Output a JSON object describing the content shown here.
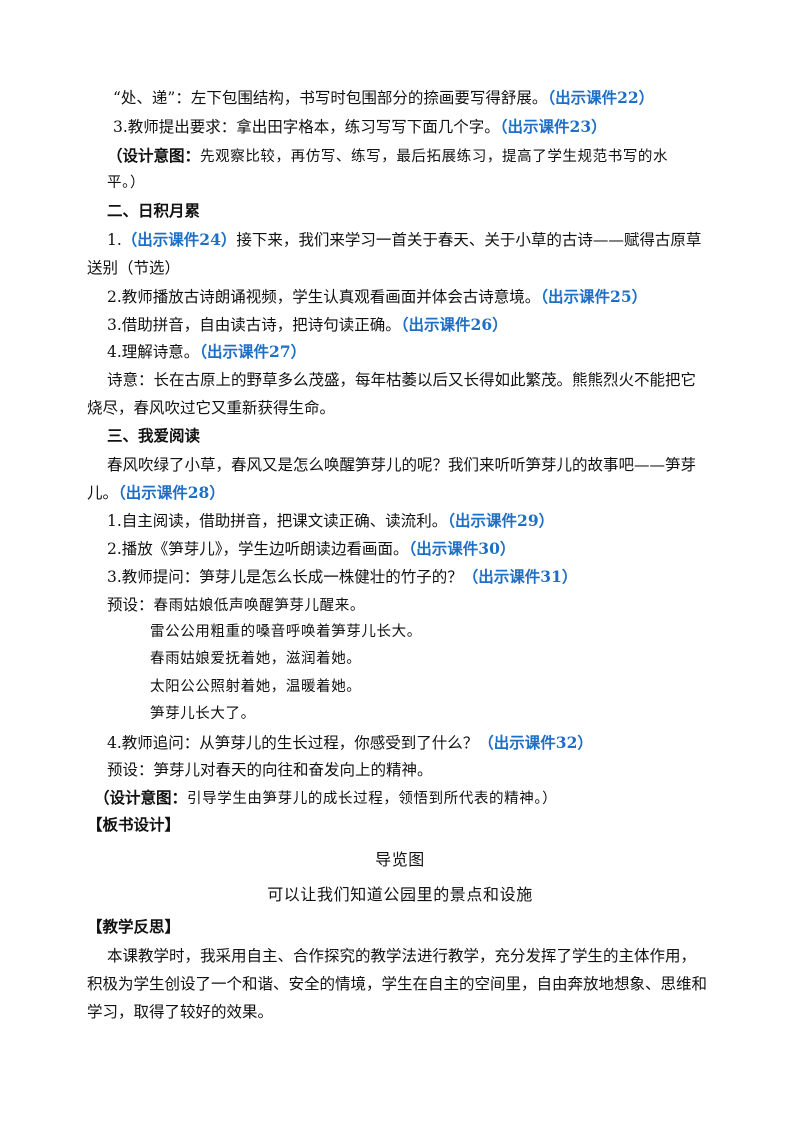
{
  "lines": [
    {
      "pre": "“处、递”：左下包围结构，书写时包围部分的捺画要写得舒展。",
      "hi": "（出示课件22）"
    },
    {
      "pre": "3.教师提出要求：拿出田字格本，练习写写下面几个字。",
      "hi": "（出示课件23）"
    },
    {
      "bold": "（设计意图：",
      "pre": "先观察比较，再仿写、练写，最后拓展练习，提高了学生规范书写的水"
    },
    {
      "pre": "平。）"
    },
    {
      "bold": "二、日积月累"
    },
    {
      "pre": "1.",
      "hi": "（出示课件24）",
      "post": "接下来，我们来学习一首关于春天、关于小草的古诗——赋得古原草"
    },
    {
      "pre": "送别（节选）"
    },
    {
      "pre": "2.教师播放古诗朗诵视频，学生认真观看画面并体会古诗意境。",
      "hi": "（出示课件25）"
    },
    {
      "pre": "3.借助拼音，自由读古诗，把诗句读正确。",
      "hi": "（出示课件26）"
    },
    {
      "pre": "4.理解诗意。",
      "hi": "（出示课件27）"
    },
    {
      "pre": "诗意：长在古原上的野草多么茂盛，每年枯萎以后又长得如此繁茂。熊熊烈火不能把它"
    },
    {
      "pre": "烧尽，春风吹过它又重新获得生命。"
    },
    {
      "bold": "三、我爱阅读"
    },
    {
      "pre": "春风吹绿了小草，春风又是怎么唤醒笋芽儿的呢？我们来听听笋芽儿的故事吧——笋芽"
    },
    {
      "pre": "儿。",
      "hi": "（出示课件28）"
    },
    {
      "pre": "1.自主阅读，借助拼音，把课文读正确、读流利。",
      "hi": "（出示课件29）"
    },
    {
      "pre": "2.播放《笋芽儿》，学生边听朗读边看画面。",
      "hi": "（出示课件30）"
    },
    {
      "pre": "3.教师提问：笋芽儿是怎么长成一株健壮的竹子的？",
      "hi": "（出示课件31）"
    },
    {
      "pre": "预设：",
      "kai": "春雨姑娘低声唤醒笋芽儿醒来。"
    },
    {
      "kai": "雷公公用粗重的嗓音呼唤着笋芽儿长大。"
    },
    {
      "kai": "春雨姑娘爱抚着她，滋润着她。"
    },
    {
      "kai": "太阳公公照射着她，温暖着她。"
    },
    {
      "kai": "笋芽儿长大了。"
    },
    {
      "pre": "4.教师追问：从笋芽儿的生长过程，你感受到了什么？",
      "hi": "（出示课件32）"
    },
    {
      "pre": "预设：笋芽儿对春天的向往和奋发向上的精神。"
    },
    {
      "bold": "（设计意图：",
      "kai": "引导学生由笋芽儿的成长过程，领悟到所代表的精神。）"
    },
    {
      "bold": "【板书设计】"
    },
    {
      "kai": "导览图"
    },
    {
      "kai": "可以让我们知道公园里的景点和设施"
    },
    {
      "bold": "【教学反思】"
    },
    {
      "pre": "本课教学时，我采用自主、合作探究的教学法进行教学，充分发挥了学生的主体作用，"
    },
    {
      "pre": "积极为学生创设了一个和谐、安全的情境，学生在自主的空间里，自由奔放地想象、思维和"
    },
    {
      "pre": "学习，取得了较好的效果。"
    }
  ]
}
